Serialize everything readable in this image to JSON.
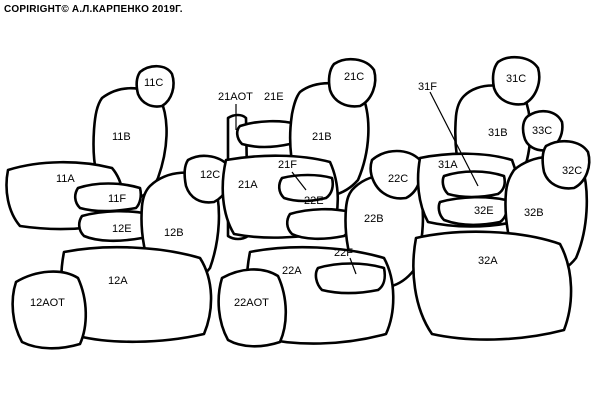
{
  "copyright": "COPIRIGHT© А.Л.КАРПЕНКО 2019Г.",
  "row1": {
    "headrest_left": "11C",
    "back_left": "11B",
    "cushion_left": "11A",
    "armrest_lid": "11F",
    "armrest_box": "12E",
    "headrest_right": "12C",
    "back_right": "12B",
    "cushion_right": "12A",
    "cushion_side": "12AOT"
  },
  "row2": {
    "side_panel": "21AOT",
    "armrest_top": "21E",
    "headrest_left": "21C",
    "back_left": "21B",
    "armrest_lid": "21F",
    "cushion_left": "21A",
    "armrest_box": "22E",
    "back_right": "22B",
    "armrest_lower": "22F",
    "cushion_right": "22A",
    "cushion_side": "22AOT"
  },
  "row3": {
    "armrest_lid": "31F",
    "headrest_left": "31C",
    "back_left": "31B",
    "headrest_mid": "33C",
    "headrest_side": "22C",
    "cushion_left": "31A",
    "headrest_right": "32C",
    "armrest_box": "32E",
    "back_right": "32B",
    "cushion_right": "32A"
  }
}
